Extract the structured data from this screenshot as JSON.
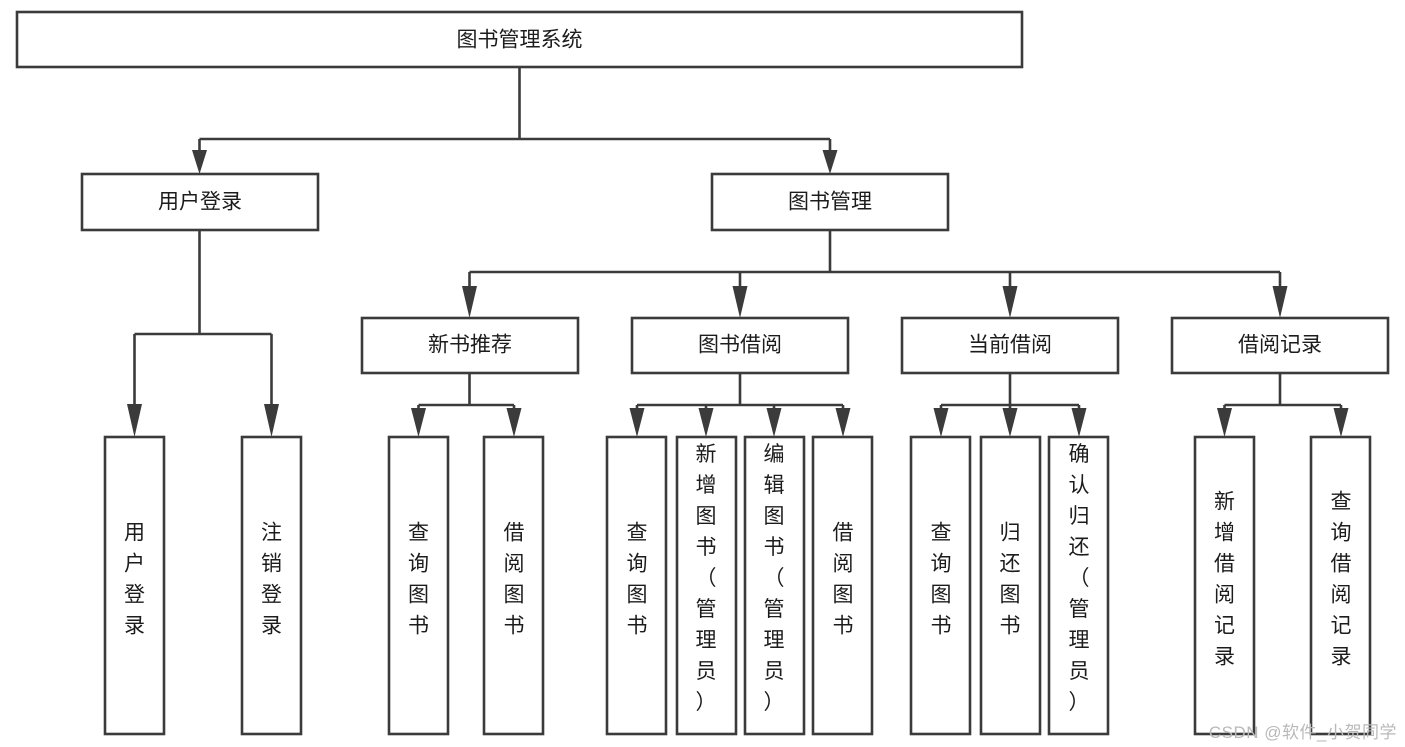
{
  "diagram": {
    "type": "tree-hierarchy",
    "title": "图书管理系统",
    "watermark": "CSDN @软件_小贺同学",
    "nodes": {
      "root": {
        "label": "图书管理系统"
      },
      "level2": [
        {
          "id": "user-login",
          "label": "用户登录"
        },
        {
          "id": "book-management",
          "label": "图书管理"
        }
      ],
      "level3": [
        {
          "id": "new-book-recommend",
          "label": "新书推荐"
        },
        {
          "id": "book-borrow",
          "label": "图书借阅"
        },
        {
          "id": "current-borrow",
          "label": "当前借阅"
        },
        {
          "id": "borrow-record",
          "label": "借阅记录"
        }
      ],
      "leaves": {
        "user-login": [
          {
            "id": "leaf-user-login",
            "label": "用户登录"
          },
          {
            "id": "leaf-user-logout",
            "label": "注销登录"
          }
        ],
        "new-book-recommend": [
          {
            "id": "leaf-query-book-1",
            "label": "查询图书"
          },
          {
            "id": "leaf-borrow-book-1",
            "label": "借阅图书"
          }
        ],
        "book-borrow": [
          {
            "id": "leaf-query-book-2",
            "label": "查询图书"
          },
          {
            "id": "leaf-add-book",
            "label": "新增图书（管理员）"
          },
          {
            "id": "leaf-edit-book",
            "label": "编辑图书（管理员）"
          },
          {
            "id": "leaf-borrow-book-2",
            "label": "借阅图书"
          }
        ],
        "current-borrow": [
          {
            "id": "leaf-query-book-3",
            "label": "查询图书"
          },
          {
            "id": "leaf-return-book",
            "label": "归还图书"
          },
          {
            "id": "leaf-confirm-return",
            "label": "确认归还（管理员）"
          }
        ],
        "borrow-record": [
          {
            "id": "leaf-add-record",
            "label": "新增借阅记录"
          },
          {
            "id": "leaf-query-record",
            "label": "查询借阅记录"
          }
        ]
      }
    },
    "colors": {
      "stroke": "#3b3b3b",
      "box_fill": "#ffffff",
      "text": "#1c1c1c",
      "watermark": "#b9b9b9",
      "background": "#ffffff"
    }
  }
}
